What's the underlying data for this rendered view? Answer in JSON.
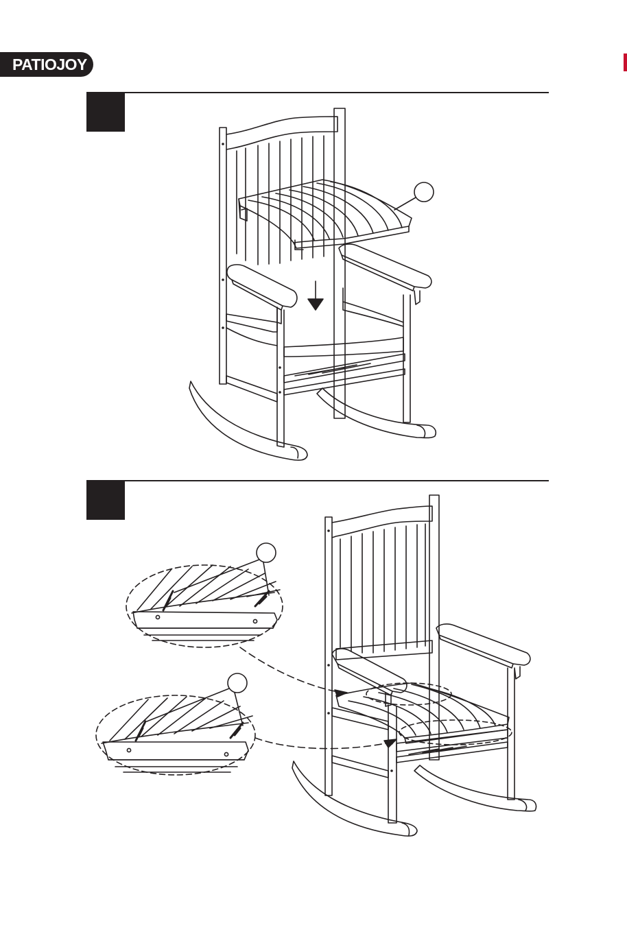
{
  "header": {
    "brand": "PATIOJOY",
    "brand_color": "#231f20",
    "accent_color": "#c8102e"
  },
  "steps": [
    {
      "name": "step-1",
      "number": ""
    },
    {
      "name": "step-2",
      "number": ""
    }
  ],
  "callouts": [
    "",
    "",
    ""
  ]
}
